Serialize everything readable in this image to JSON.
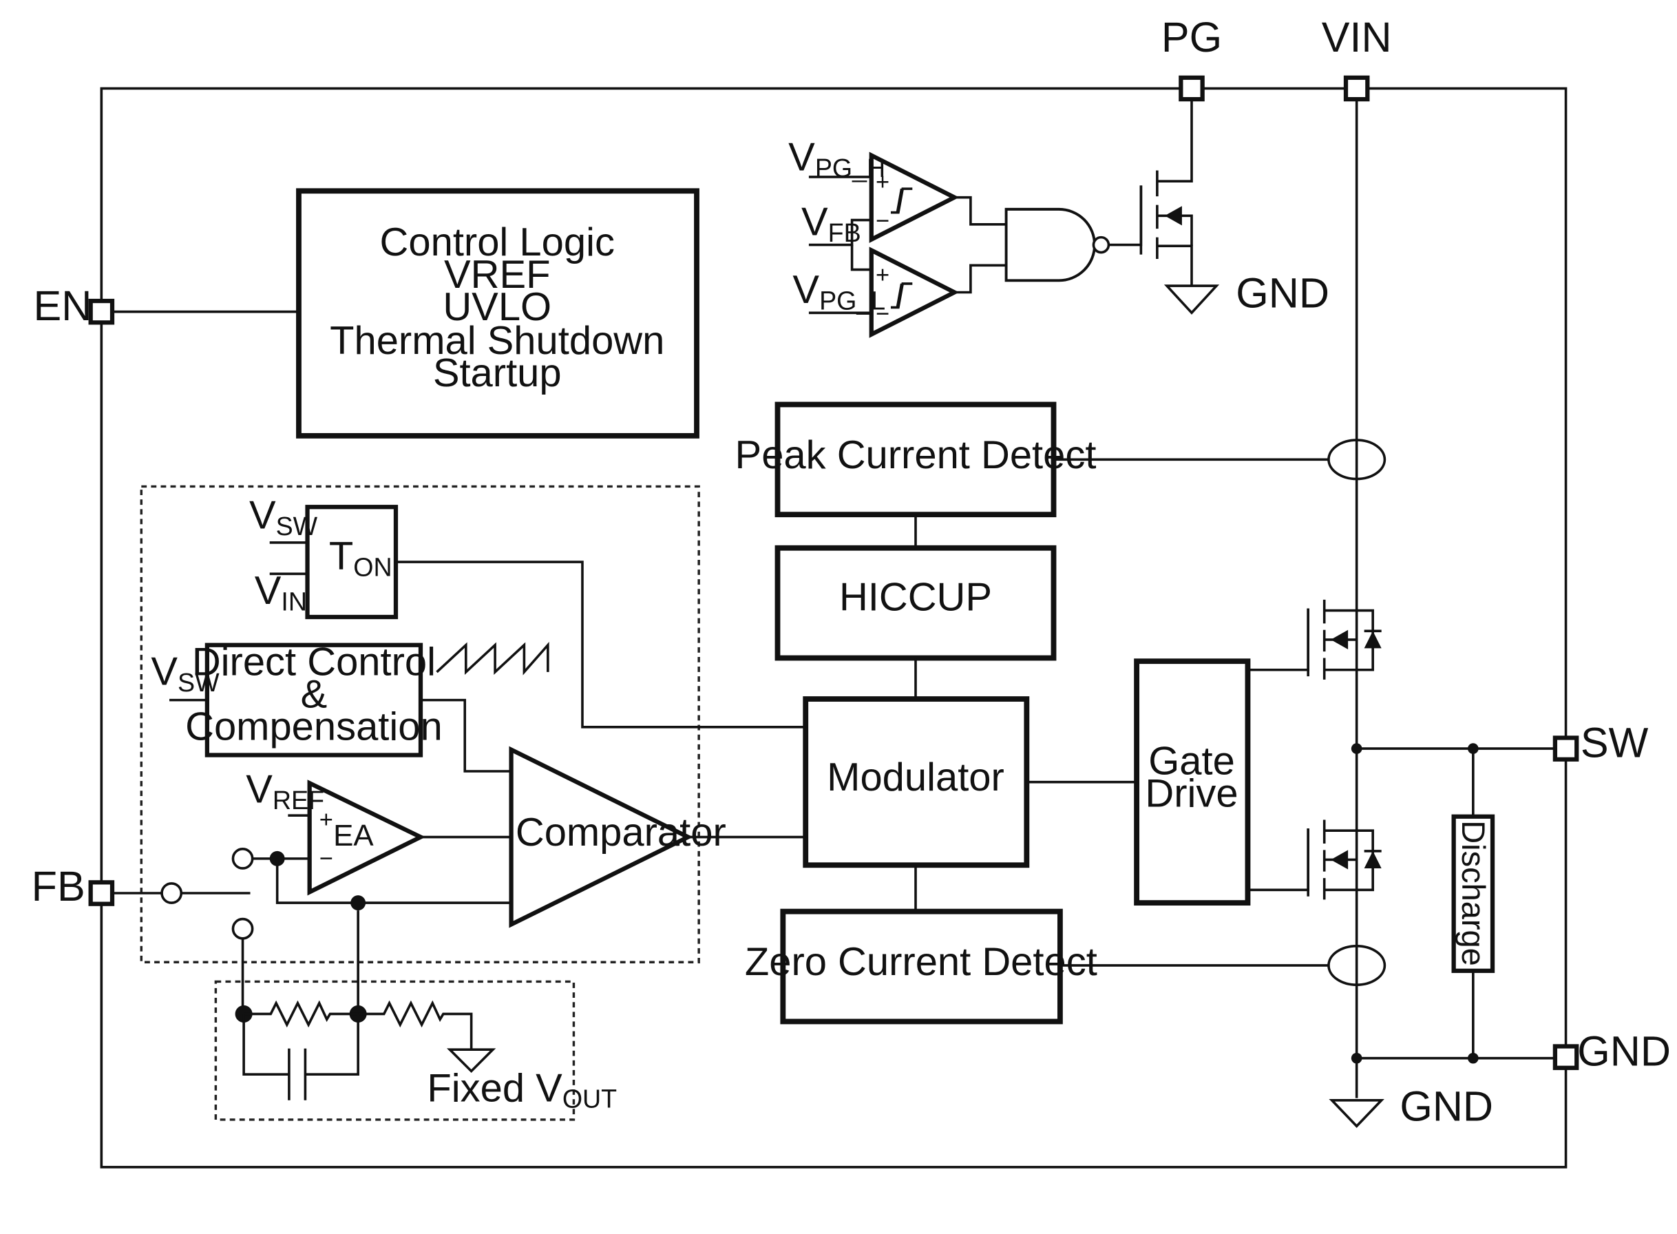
{
  "pins": {
    "pg": "PG",
    "vin": "VIN",
    "en": "EN",
    "fb": "FB",
    "sw": "SW",
    "gnd": "GND"
  },
  "ground_labels": {
    "pg_fet": "GND",
    "main": "GND"
  },
  "blocks": {
    "control_logic": [
      "Control Logic",
      "VREF",
      "UVLO",
      "Thermal Shutdown",
      "Startup"
    ],
    "peak_current_detect": "Peak Current Detect",
    "hiccup": "HICCUP",
    "modulator": "Modulator",
    "zero_current_detect": "Zero Current Detect",
    "gate_drive": [
      "Gate",
      "Drive"
    ],
    "discharge": "Discharge",
    "direct_control": [
      "Direct Control",
      "&",
      "Compensation"
    ],
    "comparator": "Comparator",
    "error_amp": "EA"
  },
  "signals": {
    "vpg_h": {
      "main": "V",
      "sub": "PG_H"
    },
    "vfb": {
      "main": "V",
      "sub": "FB"
    },
    "vpg_l": {
      "main": "V",
      "sub": "PG_L"
    },
    "vsw_ton": {
      "main": "V",
      "sub": "SW"
    },
    "vin_ton": {
      "main": "V",
      "sub": "IN"
    },
    "vsw_dc": {
      "main": "V",
      "sub": "SW"
    },
    "vref": {
      "main": "V",
      "sub": "REF"
    },
    "ton": {
      "main": "T",
      "sub": "ON"
    },
    "fixed_vout": {
      "main": "Fixed V",
      "sub": "OUT"
    }
  },
  "symbols": {
    "plus": "+",
    "minus": "−"
  }
}
